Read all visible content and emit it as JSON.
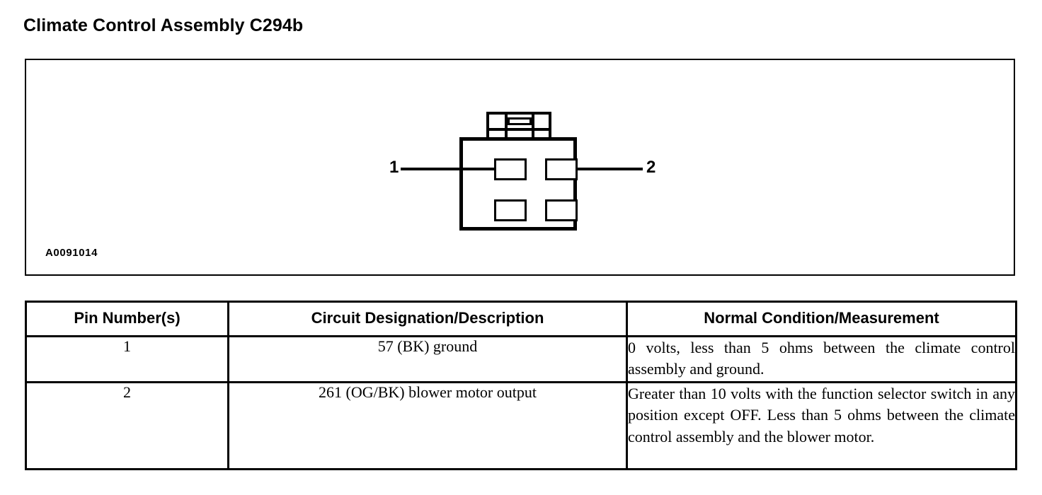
{
  "page": {
    "title": "Climate Control Assembly C294b"
  },
  "figure": {
    "id_label": "A0091014",
    "connector": {
      "name": "two-row four-cavity connector",
      "pin_callouts": [
        {
          "label": "1",
          "side": "left"
        },
        {
          "label": "2",
          "side": "right"
        }
      ]
    }
  },
  "table": {
    "headers": [
      "Pin Number(s)",
      "Circuit Designation/Description",
      "Normal Condition/Measurement"
    ],
    "rows": [
      {
        "pin": "1",
        "circuit": "57 (BK) ground",
        "normal": "0 volts, less than 5 ohms between the climate control assembly and ground."
      },
      {
        "pin": "2",
        "circuit": "261 (OG/BK) blower motor output",
        "normal": "Greater than 10 volts with the function selector switch in any position except OFF. Less than 5 ohms between the climate control assembly and the blower motor."
      }
    ]
  },
  "colors": {
    "ink": "#000000",
    "paper": "#ffffff"
  }
}
